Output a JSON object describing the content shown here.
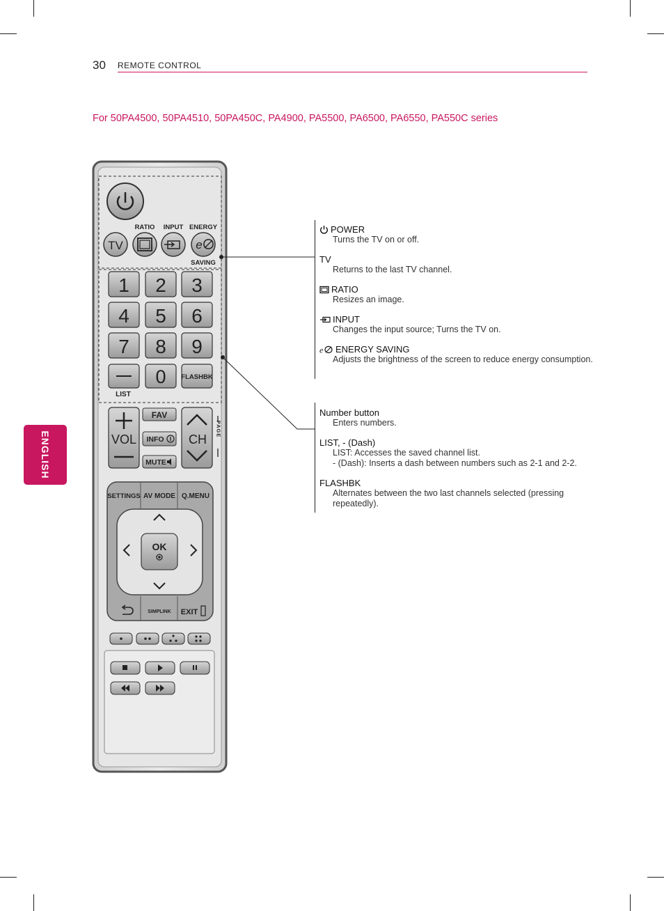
{
  "header": {
    "page_number": "30",
    "section": "REMOTE CONTROL"
  },
  "series_title": "For 50PA4500, 50PA4510, 50PA450C, PA4900, PA5500, PA6500, PA6550, PA550C series",
  "language_tab": "ENGLISH",
  "accent_color": "#c8175f",
  "remote": {
    "labels": {
      "ratio": "RATIO",
      "input": "INPUT",
      "energy": "ENERGY",
      "saving": "SAVING",
      "tv": "TV",
      "list": "LIST",
      "flashbk": "FLASHBK",
      "vol": "VOL",
      "ch": "CH",
      "fav": "FAV",
      "info": "INFO",
      "mute": "MUTE",
      "page": "PAGE",
      "settings": "SETTINGS",
      "av_mode": "AV MODE",
      "q_menu": "Q.MENU",
      "ok": "OK",
      "simplink": "SIMPLINK",
      "exit": "EXIT"
    },
    "numbers": [
      "1",
      "2",
      "3",
      "4",
      "5",
      "6",
      "7",
      "8",
      "9"
    ],
    "zero": "0"
  },
  "descriptions_top": [
    {
      "title": "POWER",
      "icon": "power-icon",
      "text": [
        "Turns the TV on or off."
      ]
    },
    {
      "title": "TV",
      "icon": "",
      "text": [
        "Returns to the last TV channel."
      ]
    },
    {
      "title": "RATIO",
      "icon": "ratio-icon",
      "text": [
        "Resizes an image."
      ]
    },
    {
      "title": "INPUT",
      "icon": "input-icon",
      "text": [
        "Changes the input source; Turns the TV on."
      ]
    },
    {
      "title": "ENERGY SAVING",
      "icon": "energy-saving-icon",
      "text": [
        "Adjusts the brightness of the screen to reduce energy consumption."
      ]
    }
  ],
  "descriptions_bottom": [
    {
      "title": "Number button",
      "text": [
        "Enters numbers."
      ]
    },
    {
      "title": "LIST, - (Dash)",
      "text": [
        "LIST: Accesses the saved channel list.",
        "- (Dash): Inserts a dash between numbers such as 2-1 and 2-2."
      ]
    },
    {
      "title": "FLASHBK",
      "text": [
        "Alternates between the two last channels selected (pressing repeatedly)."
      ]
    }
  ]
}
